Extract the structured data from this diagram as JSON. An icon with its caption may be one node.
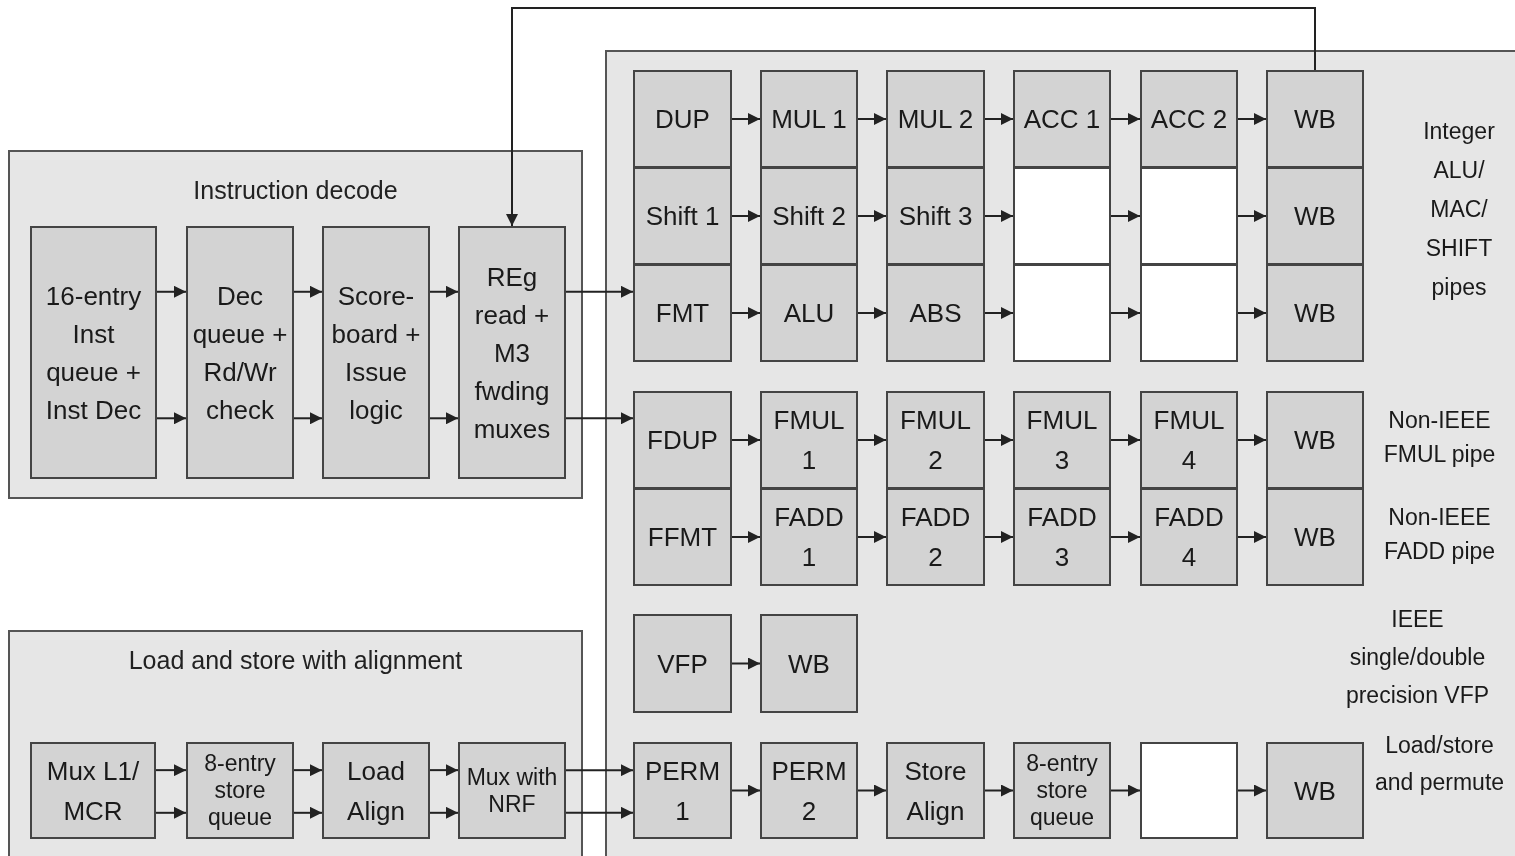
{
  "diagram": {
    "nodes": [
      {
        "text": [
          "Instruction decode"
        ]
      },
      {
        "text": [
          "16-entry Inst queue + Inst Dec"
        ],
        "in": 0
      },
      {
        "text": [
          "Dec queue + Rd/Wr check"
        ],
        "in": 0
      },
      {
        "text": [
          "Score-board + Issue logic"
        ],
        "in": 0
      },
      {
        "text": [
          "REg read + M3 fwding muxes"
        ],
        "in": 0
      },
      {
        "text": [
          "Load and store with alignment"
        ]
      },
      {
        "text": [
          "Mux L1/ MCR"
        ],
        "in": 5
      },
      {
        "text": [
          "8-entry store queue"
        ],
        "in": 5
      },
      {
        "text": [
          "Load Align"
        ],
        "in": 5
      },
      {
        "text": [
          "Mux with NRF"
        ],
        "in": 5
      },
      {
        "text": [],
        "shape": "box"
      },
      {
        "text": [
          "DUP"
        ],
        "in": 10
      },
      {
        "text": [
          "MUL 1"
        ],
        "in": 10
      },
      {
        "text": [
          "MUL 2"
        ],
        "in": 10
      },
      {
        "text": [
          "ACC 1"
        ],
        "in": 10
      },
      {
        "text": [
          "ACC 2"
        ],
        "in": 10
      },
      {
        "text": [
          "WB"
        ],
        "in": 10
      },
      {
        "text": [
          "Shift 1"
        ],
        "in": 10
      },
      {
        "text": [
          "Shift 2"
        ],
        "in": 10
      },
      {
        "text": [
          "Shift 3"
        ],
        "in": 10
      },
      {
        "text": [],
        "shape": "box",
        "in": 10
      },
      {
        "text": [],
        "shape": "box",
        "in": 10
      },
      {
        "text": [
          "WB"
        ],
        "in": 10
      },
      {
        "text": [
          "FMT"
        ],
        "in": 10
      },
      {
        "text": [
          "ALU"
        ],
        "in": 10
      },
      {
        "text": [
          "ABS"
        ],
        "in": 10
      },
      {
        "text": [],
        "shape": "box",
        "in": 10
      },
      {
        "text": [],
        "shape": "box",
        "in": 10
      },
      {
        "text": [
          "WB"
        ],
        "in": 10
      },
      {
        "text": [
          "FDUP"
        ],
        "in": 10
      },
      {
        "text": [
          "FMUL 1"
        ],
        "in": 10
      },
      {
        "text": [
          "FMUL 2"
        ],
        "in": 10
      },
      {
        "text": [
          "FMUL 3"
        ],
        "in": 10
      },
      {
        "text": [
          "FMUL 4"
        ],
        "in": 10
      },
      {
        "text": [
          "WB"
        ],
        "in": 10
      },
      {
        "text": [
          "FFMT"
        ],
        "in": 10
      },
      {
        "text": [
          "FADD 1"
        ],
        "in": 10
      },
      {
        "text": [
          "FADD 2"
        ],
        "in": 10
      },
      {
        "text": [
          "FADD 3"
        ],
        "in": 10
      },
      {
        "text": [
          "FADD 4"
        ],
        "in": 10
      },
      {
        "text": [
          "WB"
        ],
        "in": 10
      },
      {
        "text": [
          "VFP"
        ],
        "in": 10
      },
      {
        "text": [
          "WB"
        ],
        "in": 10
      },
      {
        "text": [
          "PERM 1"
        ],
        "in": 10
      },
      {
        "text": [
          "PERM 2"
        ],
        "in": 10
      },
      {
        "text": [
          "Store Align"
        ],
        "in": 10
      },
      {
        "text": [
          "8-entry store queue"
        ],
        "in": 10
      },
      {
        "text": [],
        "shape": "box",
        "in": 10
      },
      {
        "text": [
          "WB"
        ],
        "in": 10
      }
    ],
    "edges": [
      {
        "from": 1,
        "to": 2,
        "arrow": "to"
      },
      {
        "from": 1,
        "to": 2,
        "arrow": "to"
      },
      {
        "from": 2,
        "to": 3,
        "arrow": "to"
      },
      {
        "from": 2,
        "to": 3,
        "arrow": "to"
      },
      {
        "from": 3,
        "to": 4,
        "arrow": "to"
      },
      {
        "from": 3,
        "to": 4,
        "arrow": "to"
      },
      {
        "from": 4,
        "to": 23,
        "arrow": "to"
      },
      {
        "from": 4,
        "to": 29,
        "arrow": "to"
      },
      {
        "from": 16,
        "to": 4,
        "arrow": "to"
      },
      {
        "from": 11,
        "to": 12,
        "arrow": "to"
      },
      {
        "from": 12,
        "to": 13,
        "arrow": "to"
      },
      {
        "from": 13,
        "to": 14,
        "arrow": "to"
      },
      {
        "from": 14,
        "to": 15,
        "arrow": "to"
      },
      {
        "from": 15,
        "to": 16,
        "arrow": "to"
      },
      {
        "from": 17,
        "to": 18,
        "arrow": "to"
      },
      {
        "from": 18,
        "to": 19,
        "arrow": "to"
      },
      {
        "from": 19,
        "to": 20,
        "arrow": "to"
      },
      {
        "from": 20,
        "to": 21,
        "arrow": "to"
      },
      {
        "from": 21,
        "to": 22,
        "arrow": "to"
      },
      {
        "from": 23,
        "to": 24,
        "arrow": "to"
      },
      {
        "from": 24,
        "to": 25,
        "arrow": "to"
      },
      {
        "from": 25,
        "to": 26,
        "arrow": "to"
      },
      {
        "from": 26,
        "to": 27,
        "arrow": "to"
      },
      {
        "from": 27,
        "to": 28,
        "arrow": "to"
      },
      {
        "from": 29,
        "to": 30,
        "arrow": "to"
      },
      {
        "from": 30,
        "to": 31,
        "arrow": "to"
      },
      {
        "from": 31,
        "to": 32,
        "arrow": "to"
      },
      {
        "from": 32,
        "to": 33,
        "arrow": "to"
      },
      {
        "from": 33,
        "to": 34,
        "arrow": "to"
      },
      {
        "from": 35,
        "to": 36,
        "arrow": "to"
      },
      {
        "from": 36,
        "to": 37,
        "arrow": "to"
      },
      {
        "from": 37,
        "to": 38,
        "arrow": "to"
      },
      {
        "from": 38,
        "to": 39,
        "arrow": "to"
      },
      {
        "from": 39,
        "to": 40,
        "arrow": "to"
      },
      {
        "from": 41,
        "to": 42,
        "arrow": "to"
      },
      {
        "from": 6,
        "to": 7,
        "arrow": "to"
      },
      {
        "from": 6,
        "to": 7,
        "arrow": "to"
      },
      {
        "from": 7,
        "to": 8,
        "arrow": "to"
      },
      {
        "from": 7,
        "to": 8,
        "arrow": "to"
      },
      {
        "from": 8,
        "to": 9,
        "arrow": "to"
      },
      {
        "from": 8,
        "to": 9,
        "arrow": "to"
      },
      {
        "from": 9,
        "to": 43,
        "arrow": "to"
      },
      {
        "from": 9,
        "to": 43,
        "arrow": "to"
      },
      {
        "from": 43,
        "to": 44,
        "arrow": "to"
      },
      {
        "from": 44,
        "to": 45,
        "arrow": "to"
      },
      {
        "from": 45,
        "to": 46,
        "arrow": "to"
      },
      {
        "from": 46,
        "to": 47,
        "arrow": "to"
      },
      {
        "from": 47,
        "to": 48,
        "arrow": "to"
      }
    ],
    "labels": [
      "Integer ALU/ MAC/ SHIFT pipes",
      "Non-IEEE FMUL pipe",
      "Non-IEEE FADD pipe",
      "IEEE single/double precision VFP",
      "Load/store and permute"
    ]
  }
}
